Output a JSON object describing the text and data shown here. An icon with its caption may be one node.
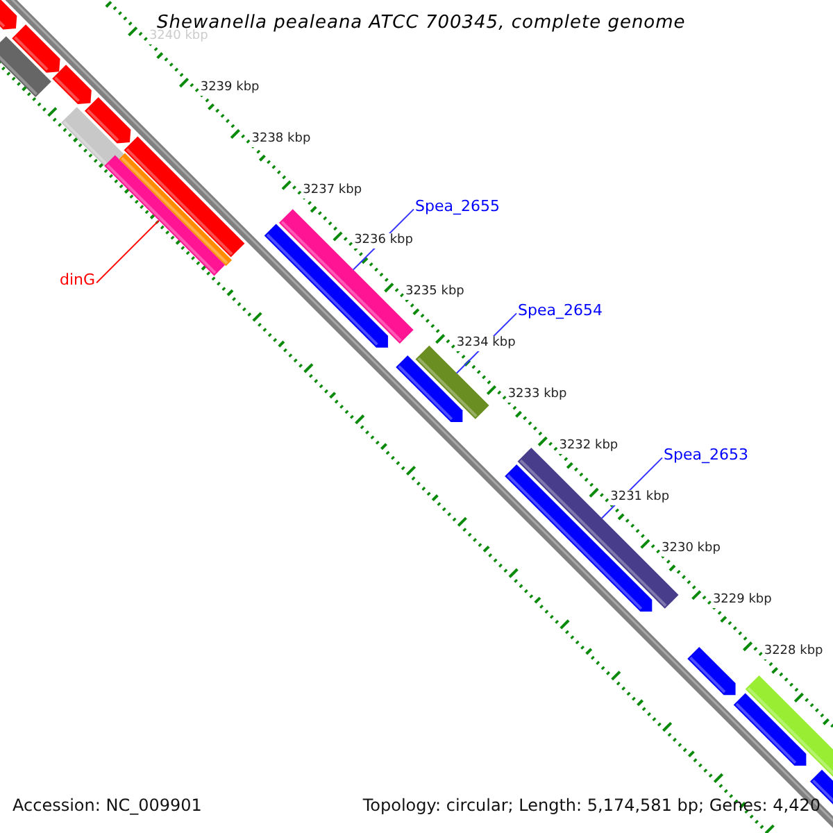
{
  "diagram": {
    "title": "Shewanella pealeana ATCC 700345, complete genome",
    "nodes": [
      {
        "text": [
          "dinG"
        ]
      },
      {
        "text": [],
        "shape": "bar"
      },
      {
        "text": [
          "Spea_2655"
        ]
      },
      {
        "text": [],
        "shape": "bar"
      },
      {
        "text": [
          "Spea_2654"
        ]
      },
      {
        "text": [],
        "shape": "bar"
      },
      {
        "text": [
          "Spea_2653"
        ]
      },
      {
        "text": [],
        "shape": "bar"
      }
    ],
    "edges": [
      {
        "from": 0,
        "to": 1,
        "arrow": "none",
        "color": "#ff0000"
      },
      {
        "from": 2,
        "to": 3,
        "arrow": "none"
      },
      {
        "from": 4,
        "to": 5,
        "arrow": "none"
      },
      {
        "from": 6,
        "to": 7,
        "arrow": "none"
      }
    ],
    "labels": [
      "3240 kbp",
      "3239 kbp",
      "3238 kbp",
      "3237 kbp",
      "3236 kbp",
      "3235 kbp",
      "3234 kbp",
      "3233 kbp",
      "3232 kbp",
      "3231 kbp",
      "3230 kbp",
      "3229 kbp",
      "3228 kbp",
      "Accession: NC_009901",
      "Topology: circular; Length: 5,174,581 bp; Genes: 4,420"
    ]
  }
}
